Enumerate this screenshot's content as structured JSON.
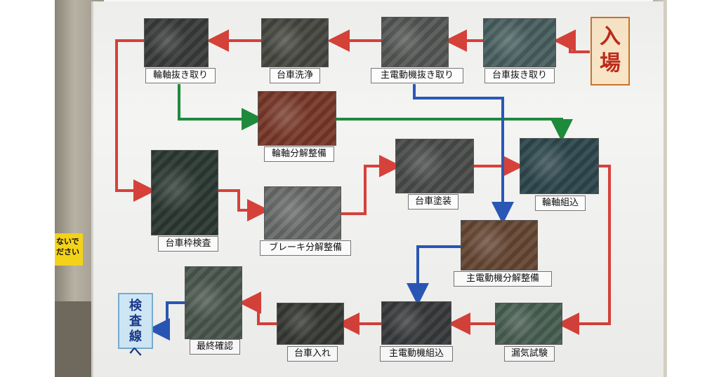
{
  "sign": {
    "left_text": "ないで\nださい"
  },
  "flow": {
    "entry": "入\n場",
    "exit": "検\n査\n線\nへ"
  },
  "steps": {
    "wheelset_removal": "輪軸抜き取り",
    "bogie_wash": "台車洗浄",
    "motor_removal": "主電動機抜き取り",
    "bogie_removal": "台車抜き取り",
    "wheelset_overhaul": "輪軸分解整備",
    "frame_inspection": "台車枠検査",
    "brake_overhaul": "ブレーキ分解整備",
    "bogie_painting": "台車塗装",
    "wheelset_assembly": "輪軸組込",
    "motor_overhaul": "主電動機分解整備",
    "final_check": "最終確認",
    "bogie_insert": "台車入れ",
    "motor_assembly": "主電動機組込",
    "leak_test": "漏気試験"
  },
  "colors": {
    "red_arrow": "#d8423a",
    "green_arrow": "#1e8a3c",
    "blue_arrow": "#2a58b8"
  }
}
